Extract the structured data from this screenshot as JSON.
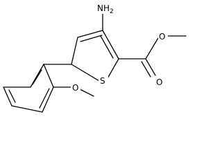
{
  "molecule": {
    "atom_labels": {
      "amine": "NH",
      "amine_subscript": "2",
      "ring_sulfur": "S",
      "carbonyl_oxygen": "O",
      "ester_oxygen": "O",
      "ether_oxygen": "O"
    },
    "colors": {
      "bond": "#000000",
      "text": "#000000",
      "background": "#ffffff"
    }
  }
}
